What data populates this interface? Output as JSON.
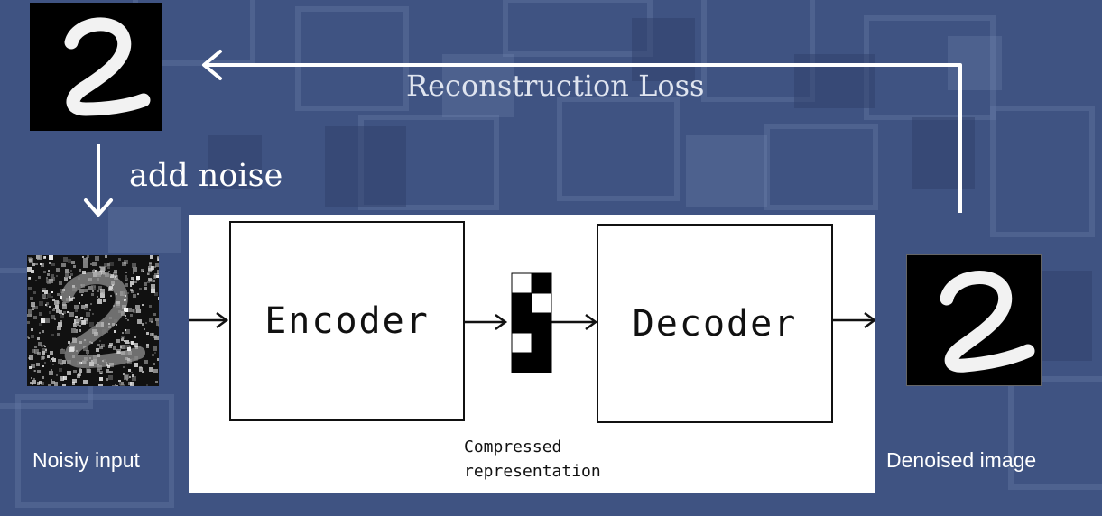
{
  "diagram": {
    "loss_label": "Reconstruction Loss",
    "noise_label": "add noise",
    "input_label": "Noisiy input",
    "output_label": "Denoised image",
    "encoder_label": "Encoder",
    "decoder_label": "Decoder",
    "latent_label_line1": "Compressed",
    "latent_label_line2": "representation",
    "original_digit": "2",
    "noisy_digit": "2",
    "denoised_digit": "2"
  },
  "latent_code": [
    [
      0,
      1
    ],
    [
      1,
      0
    ],
    [
      1,
      1
    ],
    [
      0,
      1
    ],
    [
      1,
      1
    ]
  ],
  "colors": {
    "background": "#3f5382",
    "arrow_white": "#ffffff",
    "diagram_ink": "#111111"
  }
}
